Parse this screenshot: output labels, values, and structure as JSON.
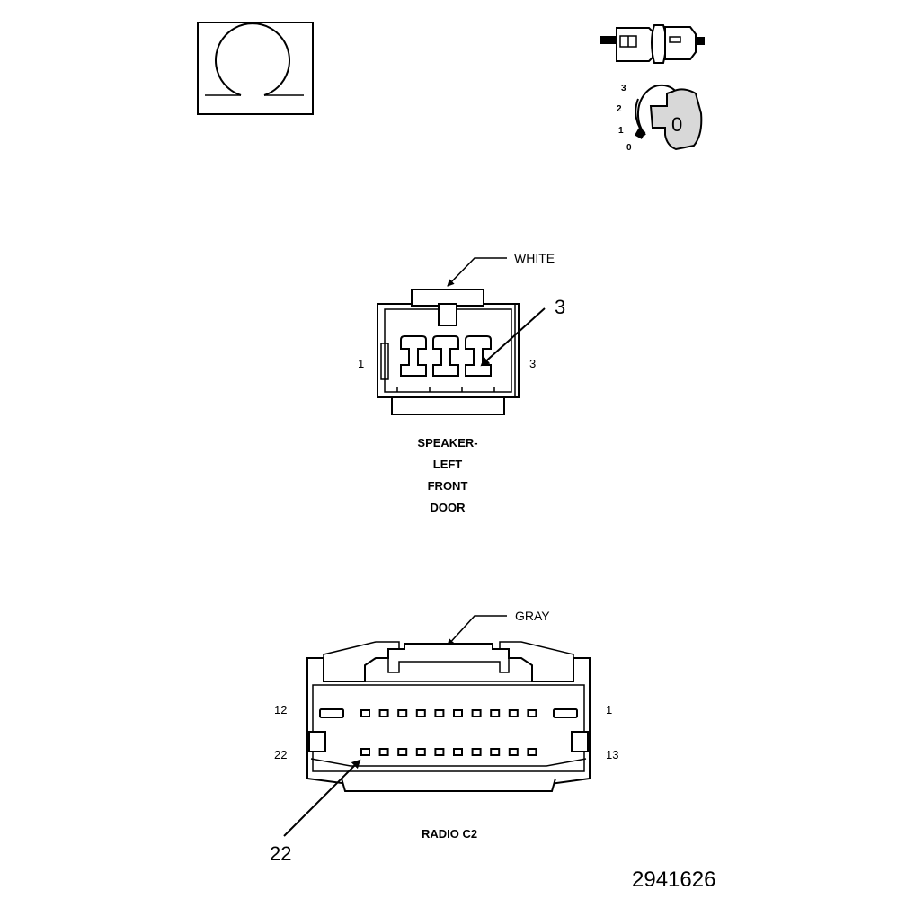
{
  "colors": {
    "ink": "#000000",
    "paper": "#ffffff",
    "key_grey": "#d8d8d8"
  },
  "icons": {
    "ohm": "ohmmeter-symbol-icon",
    "connector": "disconnected-connector-icon",
    "ignition": "ignition-key-off-icon"
  },
  "ignition": {
    "positions": [
      "3",
      "2",
      "1",
      "0"
    ],
    "key_label": "0"
  },
  "speaker_connector": {
    "color_label": "WHITE",
    "callout_cavity": "3",
    "pin_left": "1",
    "pin_right": "3",
    "name_lines": [
      "SPEAKER-",
      "LEFT",
      "FRONT",
      "DOOR"
    ],
    "cavities": 3
  },
  "radio_connector": {
    "color_label": "GRAY",
    "row1_left": "12",
    "row1_right": "1",
    "row2_left": "22",
    "row2_right": "13",
    "callout_cavity": "22",
    "name": "RADIO C2",
    "row1_cavities": 12,
    "row2_cavities": 10
  },
  "figure_number": "2941626"
}
